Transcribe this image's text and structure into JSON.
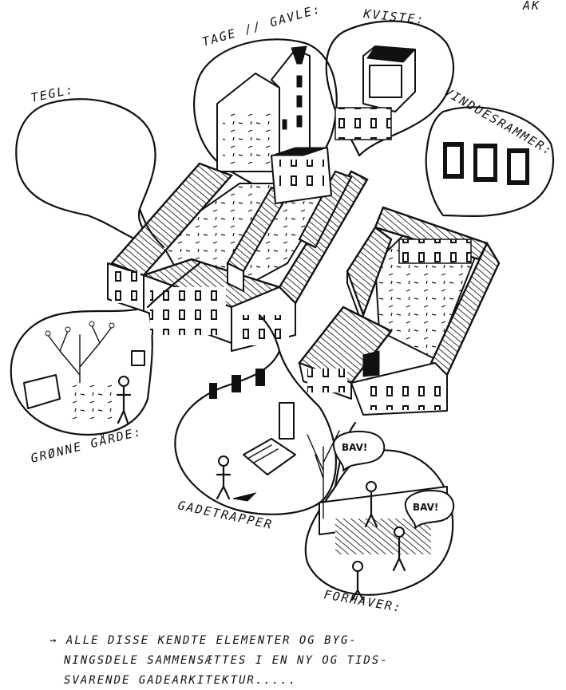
{
  "labels": {
    "tegl": "TEGL:",
    "tage_gavle": "TAGE // GAVLE:",
    "kviste": "KVISTE:",
    "vinduesrammer": "VINDUESRAMMER:",
    "gronne_garde": "GRØNNE GÅRDE:",
    "gadetrapper": "GADETRAPPER",
    "forhaver": "FORHAVER:",
    "corner_mark": "AK"
  },
  "speech": {
    "bubble_1": "BAV!",
    "bubble_2": "BAV!"
  },
  "caption": {
    "line1": "→ ALLE DISSE KENDTE ELEMENTER OG BYG-",
    "line2": "NINGSDELE SAMMENSÆTTES I EN  NY OG TIDS-",
    "line3": "SVARENDE GADEARKITEKTUR....."
  }
}
